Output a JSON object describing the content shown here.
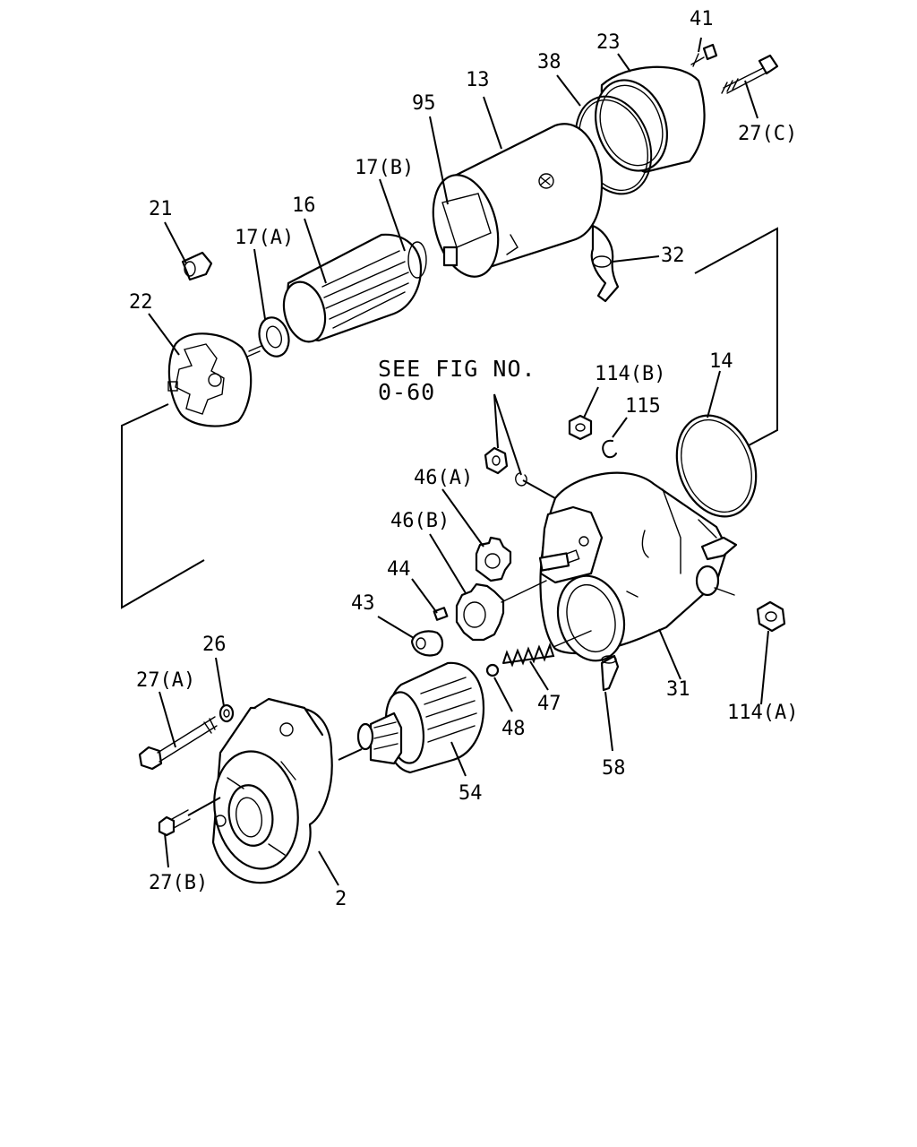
{
  "note": {
    "line1": "SEE FIG NO.",
    "line2": "0-60"
  },
  "callouts": {
    "p41": "41",
    "p23": "23",
    "p38": "38",
    "p13": "13",
    "p95": "95",
    "p27c": "27(C)",
    "p17b": "17(B)",
    "p21": "21",
    "p16": "16",
    "p17a": "17(A)",
    "p32": "32",
    "p22": "22",
    "p114b": "114(B)",
    "p14": "14",
    "p115": "115",
    "p46a": "46(A)",
    "p46b": "46(B)",
    "p44": "44",
    "p43": "43",
    "p26": "26",
    "p27a": "27(A)",
    "p47": "47",
    "p48": "48",
    "p31": "31",
    "p114a": "114(A)",
    "p58": "58",
    "p54": "54",
    "p27b": "27(B)",
    "p2": "2"
  }
}
